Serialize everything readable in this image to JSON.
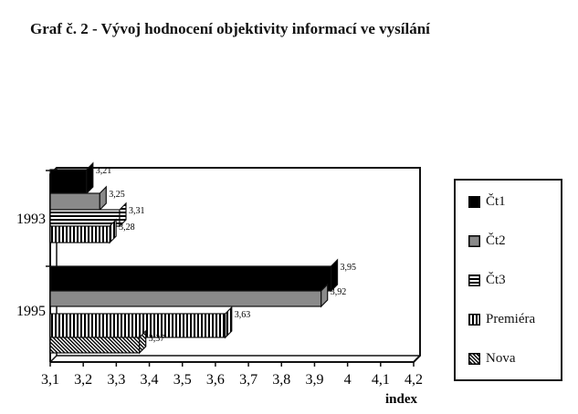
{
  "chart_data": {
    "type": "bar",
    "orientation": "horizontal",
    "title": "Graf č. 2 - Vývoj hodnocení objektivity informací ve vysílání",
    "xlabel": "index",
    "ylabel": "",
    "xlim": [
      3.1,
      4.2
    ],
    "xticks": [
      "3,1",
      "3,2",
      "3,3",
      "3,4",
      "3,5",
      "3,6",
      "3,7",
      "3,8",
      "3,9",
      "4",
      "4,1",
      "4,2"
    ],
    "categories": [
      "1993",
      "1995"
    ],
    "series": [
      {
        "name": "Čt1",
        "values": [
          3.21,
          3.95
        ],
        "labels": [
          "3,21",
          "3,95"
        ],
        "pattern": "solid-black"
      },
      {
        "name": "Čt2",
        "values": [
          3.25,
          3.92
        ],
        "labels": [
          "3,25",
          "3,92"
        ],
        "pattern": "gray"
      },
      {
        "name": "Čt3",
        "values": [
          3.31,
          null
        ],
        "labels": [
          "3,31",
          null
        ],
        "pattern": "horizontal-lines"
      },
      {
        "name": "Premiéra",
        "values": [
          3.28,
          3.63
        ],
        "labels": [
          "3,28",
          "3,63"
        ],
        "pattern": "vertical-lines"
      },
      {
        "name": "Nova",
        "values": [
          null,
          3.37
        ],
        "labels": [
          null,
          "3,37"
        ],
        "pattern": "diagonal-lines"
      }
    ],
    "legend_position": "right",
    "grid": false
  }
}
